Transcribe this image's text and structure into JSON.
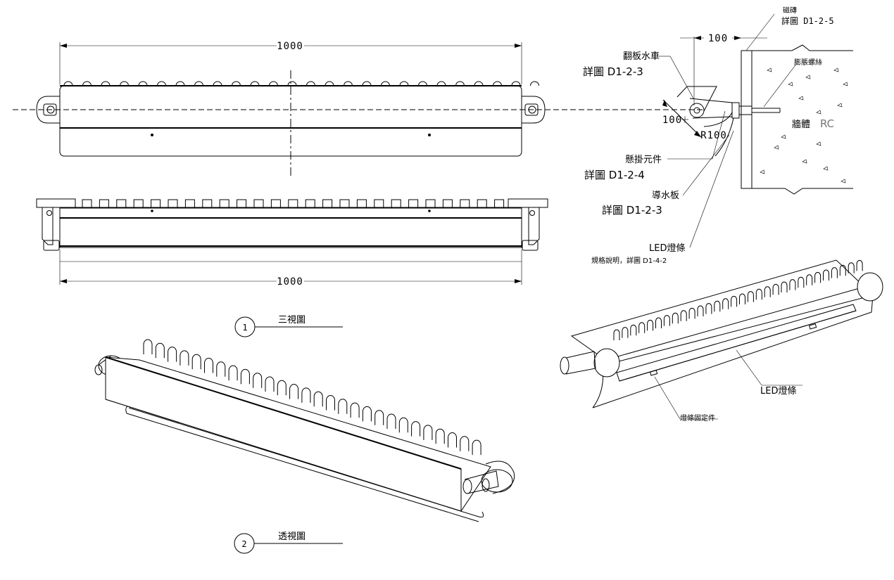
{
  "dimensions": {
    "top_width": "1000",
    "bottom_width": "1000",
    "side_offset": "100",
    "side_drop": "100",
    "radius": "R100"
  },
  "labels": {
    "brick": "磁磚",
    "brick_ref": "詳圖 D1-2-5",
    "anchor_bolt": "膨脹螺絲",
    "wall": "牆體",
    "wall_material": "RC",
    "wheel_title": "翻板水車",
    "wheel_ref": "詳圖 D1-2-3",
    "hanger": "懸掛元件",
    "hanger_ref": "詳圖 D1-2-4",
    "guide_plate": "導水板",
    "guide_plate_ref": "詳圖 D1-2-3",
    "led": "LED燈條",
    "led_spec": "規格說明，詳圖 D1-4-2",
    "led_persp": "LED燈條",
    "led_fixer": "燈條固定件"
  },
  "views": {
    "view1_number": "1",
    "view1_title": "三視圖",
    "view2_number": "2",
    "view2_title": "透視圖"
  }
}
